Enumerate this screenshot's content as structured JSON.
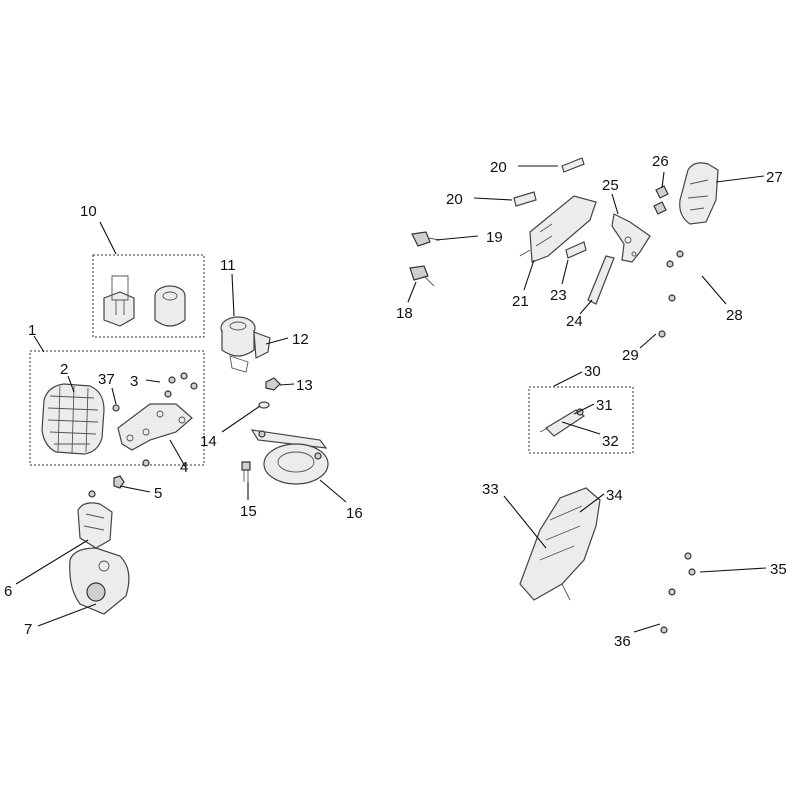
{
  "diagram": {
    "callouts": [
      "1",
      "2",
      "3",
      "4",
      "5",
      "6",
      "7",
      "10",
      "11",
      "12",
      "13",
      "14",
      "15",
      "16",
      "18",
      "19",
      "20",
      "20",
      "21",
      "23",
      "24",
      "25",
      "26",
      "27",
      "28",
      "29",
      "30",
      "31",
      "32",
      "33",
      "34",
      "35",
      "36",
      "37"
    ]
  }
}
